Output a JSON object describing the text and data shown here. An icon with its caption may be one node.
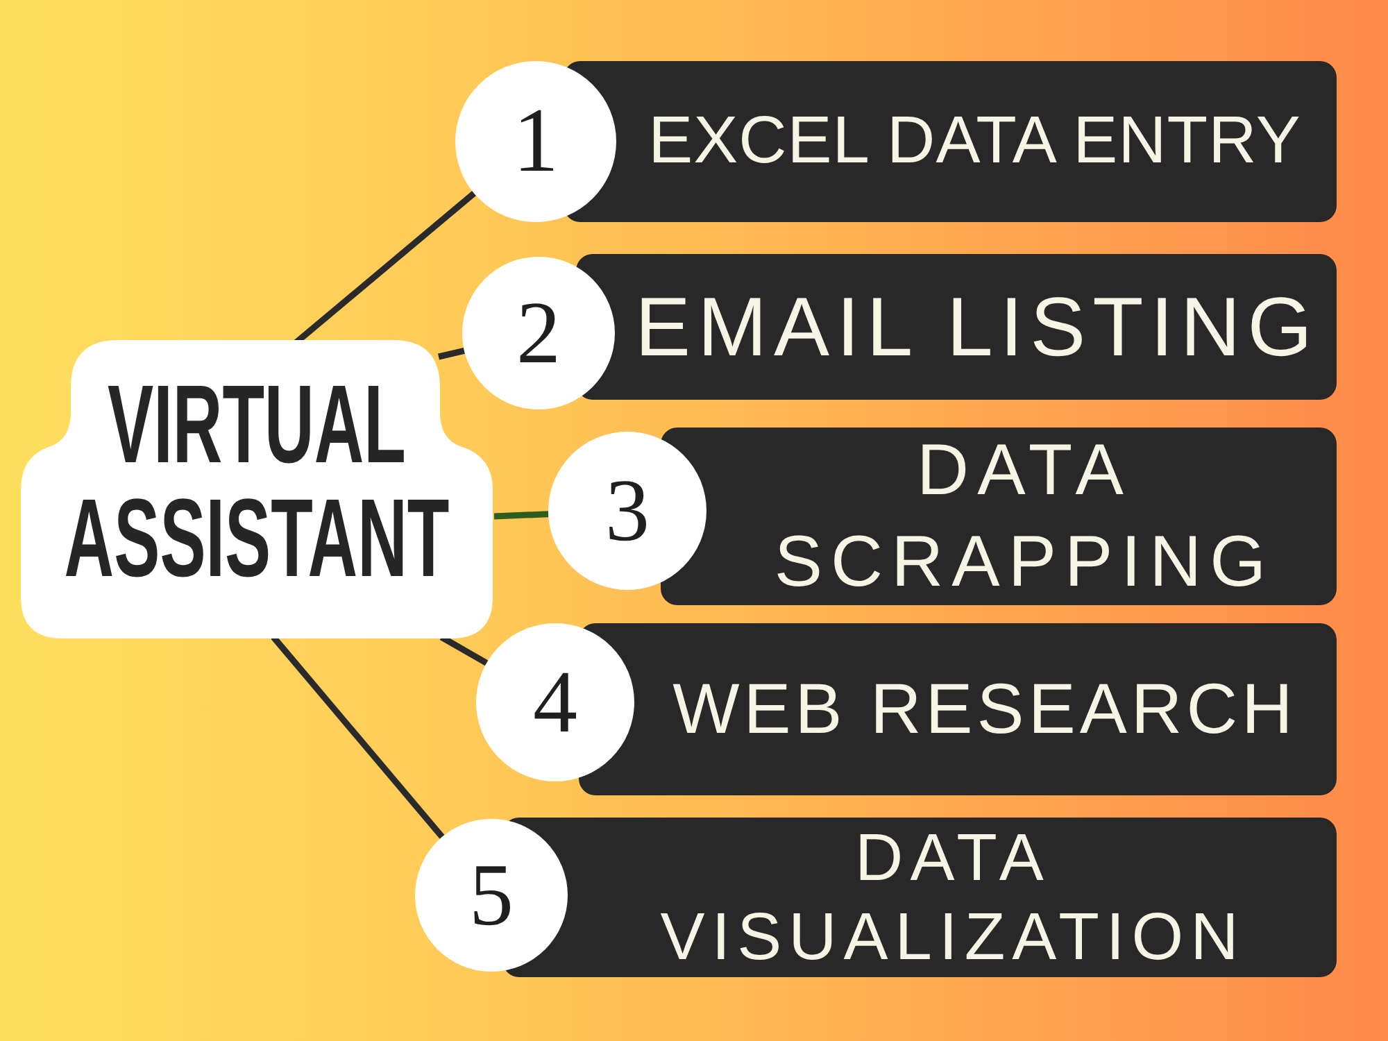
{
  "diagram": {
    "nodes": [
      {
        "text": [
          "VIRTUAL ASSISTANT"
        ]
      },
      {
        "text": [
          "1"
        ]
      },
      {
        "text": [
          "EXCEL DATA ENTRY"
        ]
      },
      {
        "text": [
          "2"
        ]
      },
      {
        "text": [
          "EMAIL LISTING"
        ]
      },
      {
        "text": [
          "3"
        ]
      },
      {
        "text": [
          "DATA SCRAPPING"
        ]
      },
      {
        "text": [
          "4"
        ]
      },
      {
        "text": [
          "WEB RESEARCH"
        ]
      },
      {
        "text": [
          "5"
        ]
      },
      {
        "text": [
          "DATA VISUALIZATION"
        ]
      }
    ],
    "edges": [
      {
        "from": 0,
        "to": 1,
        "arrow": "none"
      },
      {
        "from": 0,
        "to": 3,
        "arrow": "none"
      },
      {
        "from": 0,
        "to": 5,
        "arrow": "none",
        "color": "#2e5c1c"
      },
      {
        "from": 0,
        "to": 7,
        "arrow": "none"
      },
      {
        "from": 0,
        "to": 9,
        "arrow": "none"
      }
    ]
  }
}
